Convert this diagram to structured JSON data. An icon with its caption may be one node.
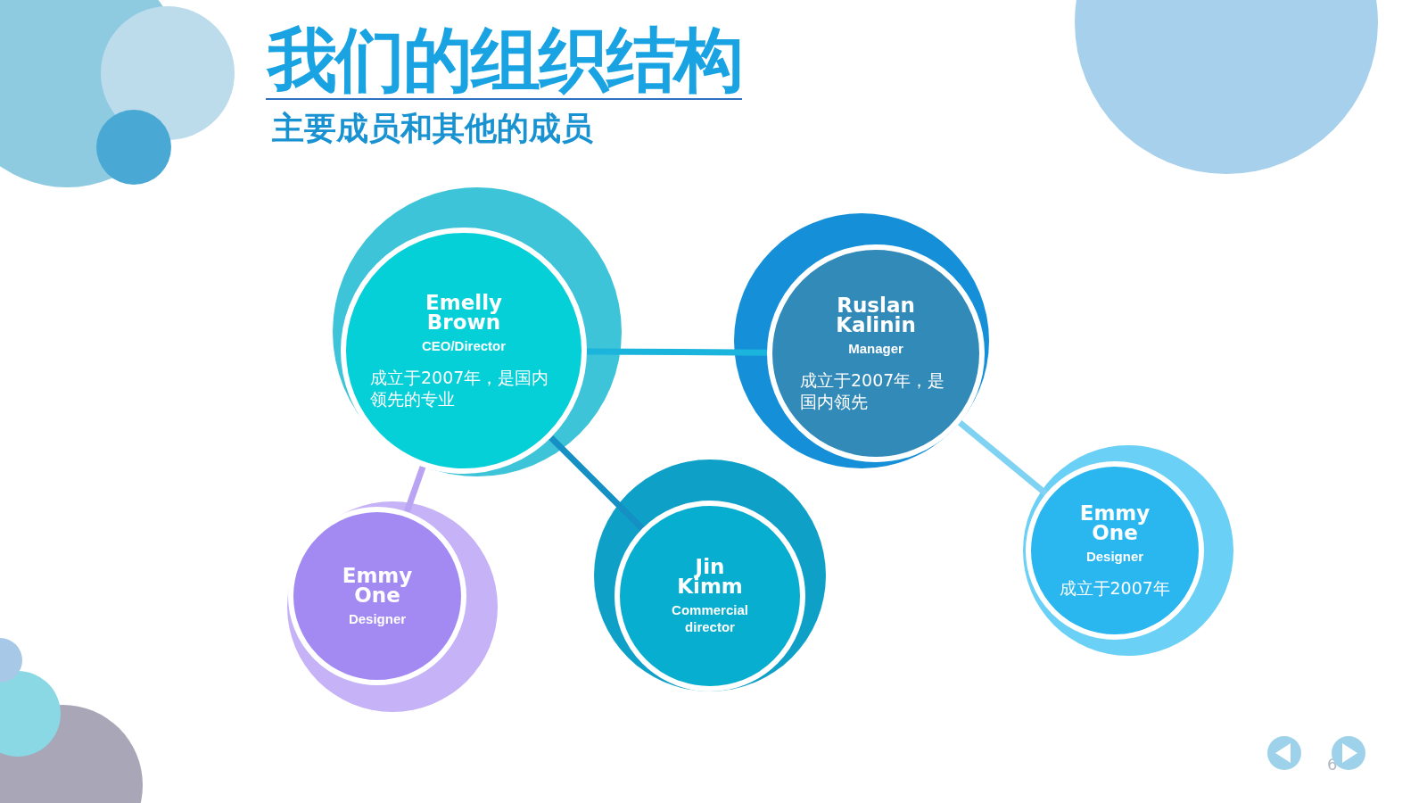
{
  "diagram": {
    "title": "我们的组织结构",
    "caption": "主要成员和其他的成员",
    "nodes": [
      {
        "text": [
          "Emelly Brown",
          "CEO/Director",
          "成立于2007年，是国内领先的专业"
        ]
      },
      {
        "text": [
          "Ruslan Kalinin",
          "Manager",
          "成立于2007年，是国内领先"
        ]
      },
      {
        "text": [
          "Emmy One",
          "Designer"
        ]
      },
      {
        "text": [
          "Jin Kimm",
          "Commercial director"
        ]
      },
      {
        "text": [
          "Emmy One",
          "Designer",
          "成立于2007年"
        ]
      }
    ],
    "edges": [
      {
        "from": 0,
        "to": 1,
        "arrow": "none",
        "color": "#1ab4dc"
      },
      {
        "from": 0,
        "to": 3,
        "arrow": "none",
        "color": "#1590c4"
      },
      {
        "from": 0,
        "to": 2,
        "arrow": "none",
        "color": "#b8a4f2"
      },
      {
        "from": 1,
        "to": 4,
        "arrow": "none",
        "color": "#80d2f2"
      }
    ],
    "labels": [
      "6"
    ]
  }
}
